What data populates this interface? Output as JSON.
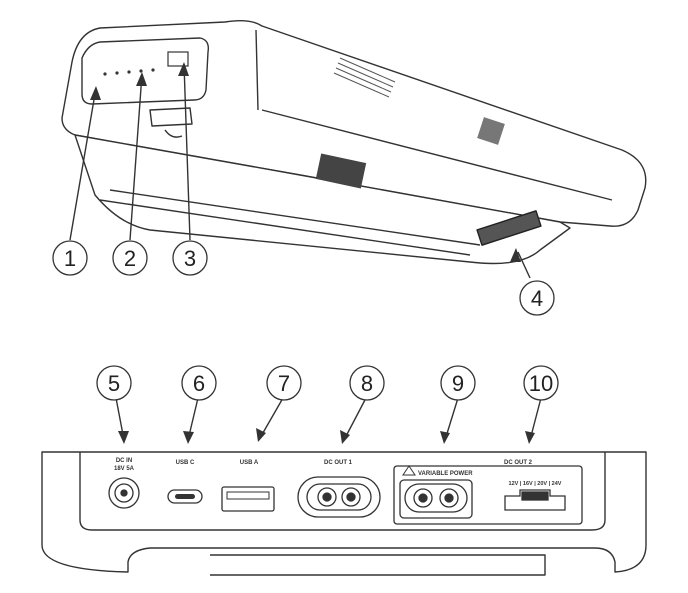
{
  "callouts": [
    "1",
    "2",
    "3",
    "4",
    "5",
    "6",
    "7",
    "8",
    "9",
    "10"
  ],
  "ports": {
    "dc_in_line1": "DC IN",
    "dc_in_line2": "18V 5A",
    "usb_c": "USB C",
    "usb_a": "USB A",
    "dc_out_1": "DC OUT 1",
    "dc_out_2": "DC OUT 2",
    "warning": "VARIABLE POWER",
    "voltage_switch": "12V | 16V | 20V | 24V"
  },
  "colors": {
    "line": "#333333",
    "fill": "#ffffff",
    "shade": "#e6e6e6"
  }
}
